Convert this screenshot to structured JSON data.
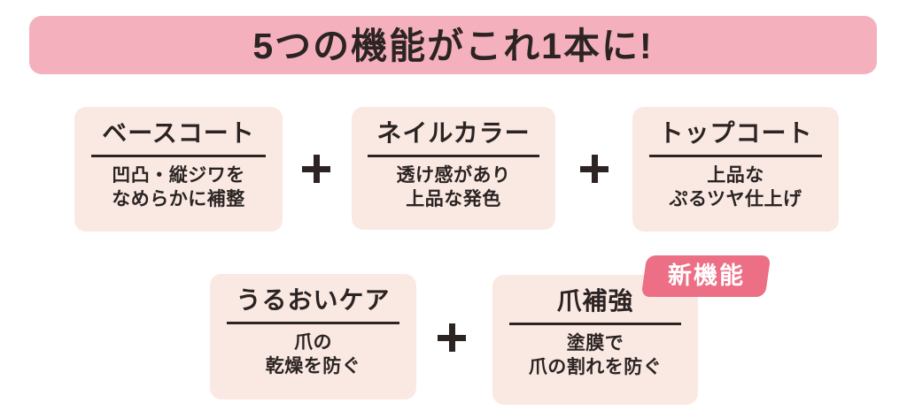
{
  "header": {
    "title": "5つの機能がこれ1本に!"
  },
  "operators": {
    "plus": "+"
  },
  "badge": {
    "label": "新機能"
  },
  "cards": [
    {
      "name": "base-coat",
      "title": "ベースコート",
      "desc_line1": "凹凸・縦ジワを",
      "desc_line2": "なめらかに補整"
    },
    {
      "name": "nail-color",
      "title": "ネイルカラー",
      "desc_line1": "透け感があり",
      "desc_line2": "上品な発色"
    },
    {
      "name": "top-coat",
      "title": "トップコート",
      "desc_line1": "上品な",
      "desc_line2": "ぷるツヤ仕上げ"
    },
    {
      "name": "moisture-care",
      "title": "うるおいケア",
      "desc_line1": "爪の",
      "desc_line2": "乾燥を防ぐ"
    },
    {
      "name": "nail-reinforcement",
      "title": "爪補強",
      "desc_line1": "塗膜で",
      "desc_line2": "爪の割れを防ぐ"
    }
  ],
  "colors": {
    "header_bg": "#F5B0BD",
    "card_bg": "#FAE9E3",
    "badge_bg": "#EC6F85",
    "badge_text": "#FFFFFF",
    "text_dark": "#2B2423",
    "page_bg": "#FFFFFF"
  }
}
